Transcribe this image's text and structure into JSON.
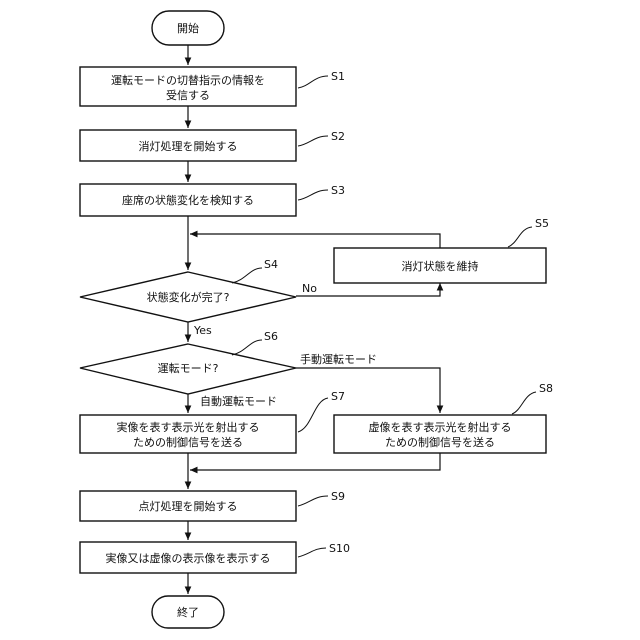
{
  "nodes": {
    "start": "開始",
    "s1": [
      "運転モードの切替指示の情報を",
      "受信する"
    ],
    "s2": "消灯処理を開始する",
    "s3": "座席の状態変化を検知する",
    "s4": "状態変化が完了?",
    "s5": "消灯状態を維持",
    "s6": "運転モード?",
    "s7": [
      "実像を表す表示光を射出する",
      "ための制御信号を送る"
    ],
    "s8": [
      "虚像を表す表示光を射出する",
      "ための制御信号を送る"
    ],
    "s9": "点灯処理を開始する",
    "s10": "実像又は虚像の表示像を表示する",
    "end": "終了"
  },
  "steps": {
    "s1": "S1",
    "s2": "S2",
    "s3": "S3",
    "s4": "S4",
    "s5": "S5",
    "s6": "S6",
    "s7": "S7",
    "s8": "S8",
    "s9": "S9",
    "s10": "S10"
  },
  "edge_labels": {
    "no": "No",
    "yes": "Yes",
    "manual": "手動運転モード",
    "auto": "自動運転モード"
  }
}
